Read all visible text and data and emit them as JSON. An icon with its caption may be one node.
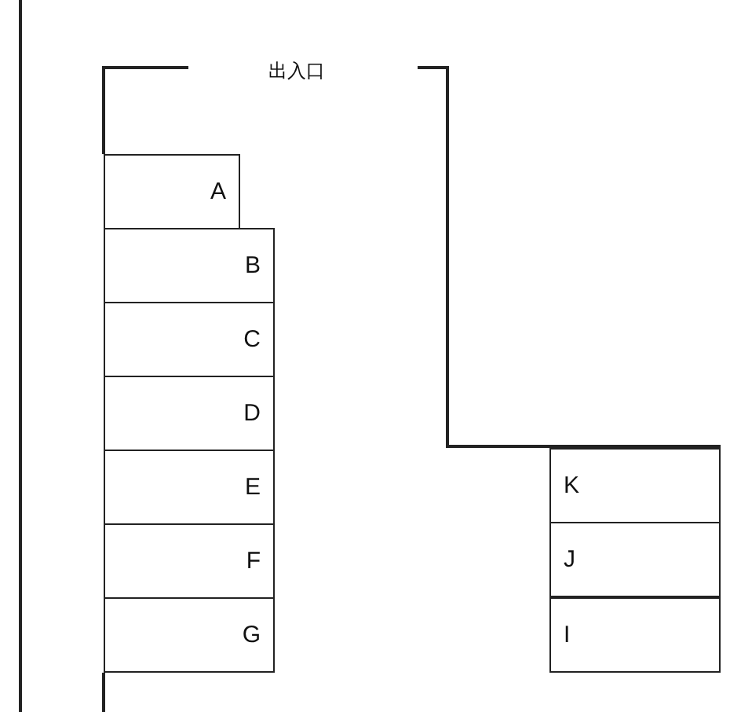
{
  "diagram": {
    "nodes": [
      {
        "text": [
          "A"
        ]
      },
      {
        "text": [
          "B"
        ]
      },
      {
        "text": [
          "C"
        ]
      },
      {
        "text": [
          "D"
        ]
      },
      {
        "text": [
          "E"
        ]
      },
      {
        "text": [
          "F"
        ]
      },
      {
        "text": [
          "G"
        ]
      },
      {
        "text": [
          "K"
        ]
      },
      {
        "text": [
          "J"
        ]
      },
      {
        "text": [
          "I"
        ]
      }
    ],
    "labels": [
      "出入口"
    ]
  }
}
